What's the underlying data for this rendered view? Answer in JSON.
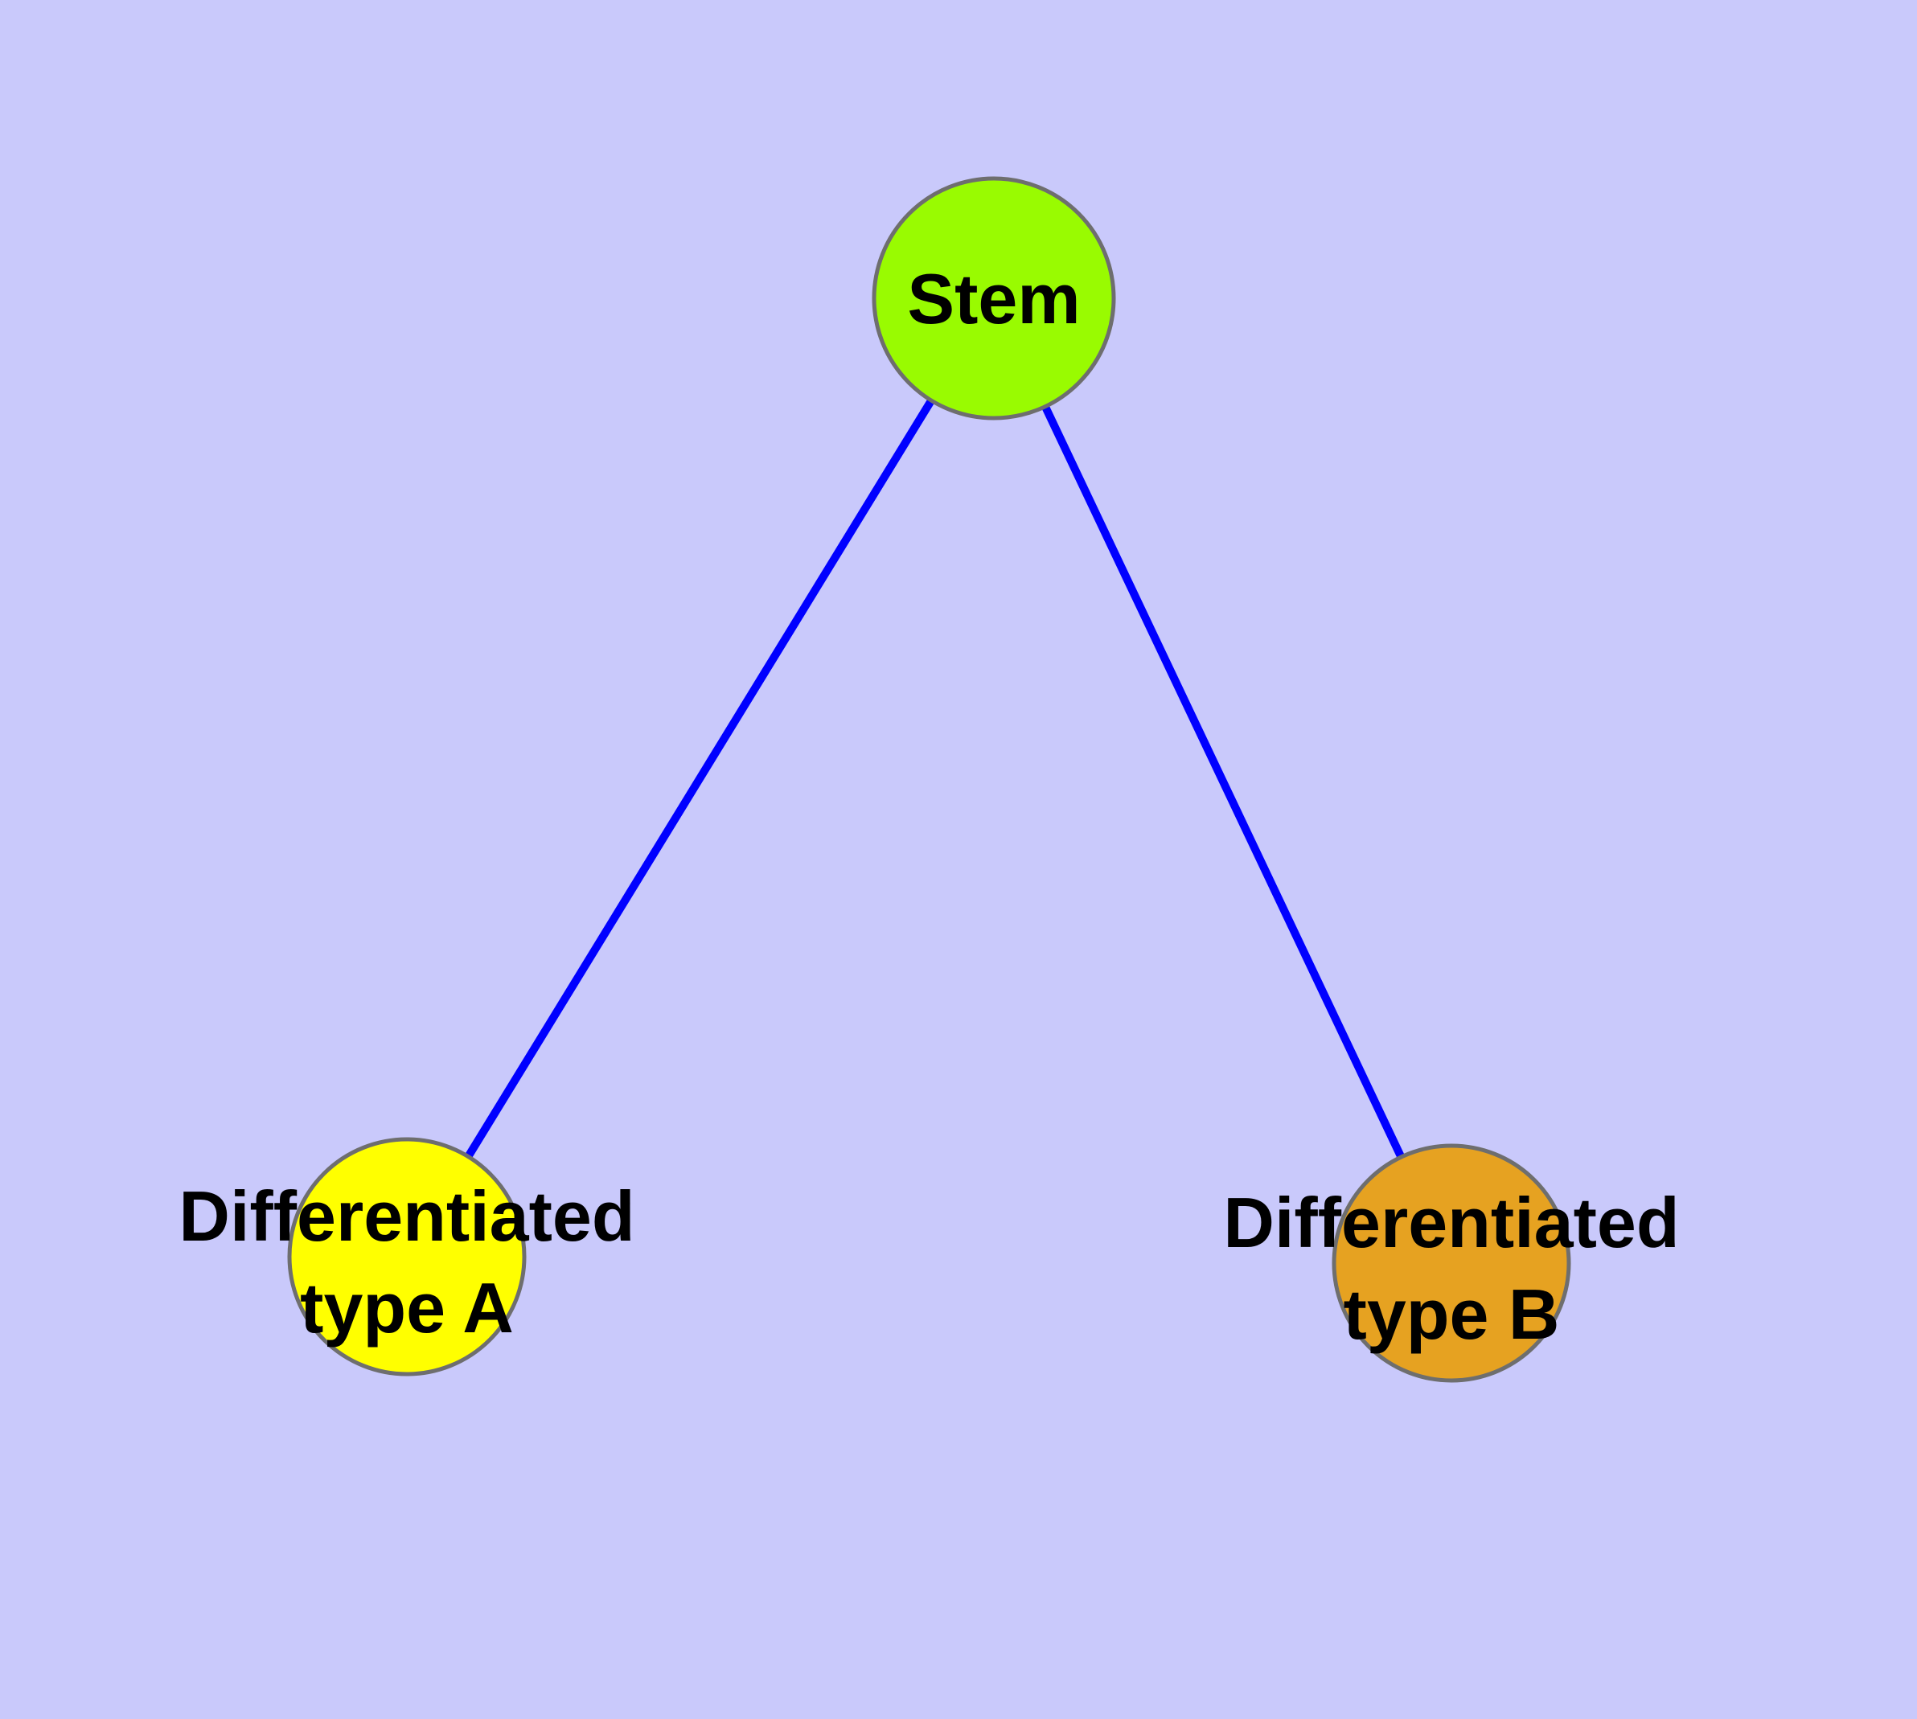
{
  "diagram": {
    "type": "node-link-graph",
    "background_color": "#C9C9FB",
    "node_border_color": "#6E6E6E",
    "edge_color": "#0000FF",
    "text_color": "#000000",
    "nodes": [
      {
        "id": "stem",
        "label": "Stem",
        "color": "#99FB01"
      },
      {
        "id": "diff_a",
        "label_line1": "Differentiated",
        "label_line2": "type A",
        "color": "#FFFF00"
      },
      {
        "id": "diff_b",
        "label_line1": "Differentiated",
        "label_line2": "type B",
        "color": "#E6A221"
      }
    ],
    "edges": [
      {
        "from": "Stem",
        "to": "Differentiated type A"
      },
      {
        "from": "Stem",
        "to": "Differentiated type B"
      }
    ]
  }
}
